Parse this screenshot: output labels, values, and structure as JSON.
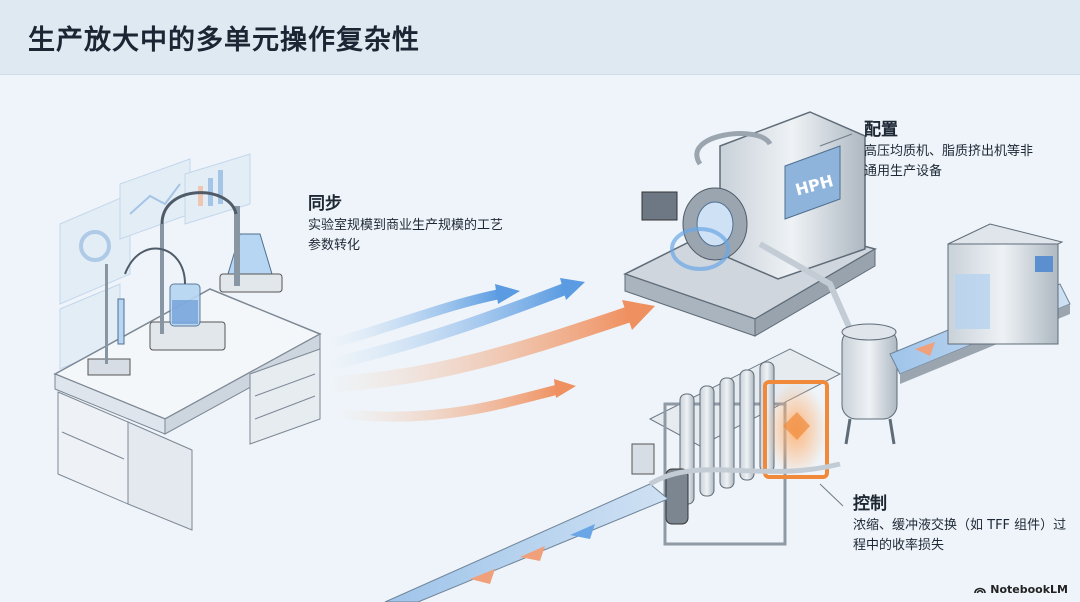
{
  "header": {
    "title": "生产放大中的多单元操作复杂性"
  },
  "annotations": {
    "sync": {
      "heading": "同步",
      "text": "实验室规模到商业生产规模的工艺参数转化"
    },
    "config": {
      "heading": "配置",
      "text": "高压均质机、脂质挤出机等非通用生产设备"
    },
    "control": {
      "heading": "控制",
      "text": "浓缩、缓冲液交换（如 TFF 组件）过程中的收率损失"
    }
  },
  "equipment": {
    "hph_label": "HPH"
  },
  "brand": {
    "name": "NotebookLM",
    "icon": "notebooklm-logo-icon"
  },
  "colors": {
    "arrow_blue": "#6aa6e6",
    "arrow_orange": "#f0a07a",
    "glow_orange": "#f08a3a",
    "header_bg": "#dfe9f2"
  }
}
